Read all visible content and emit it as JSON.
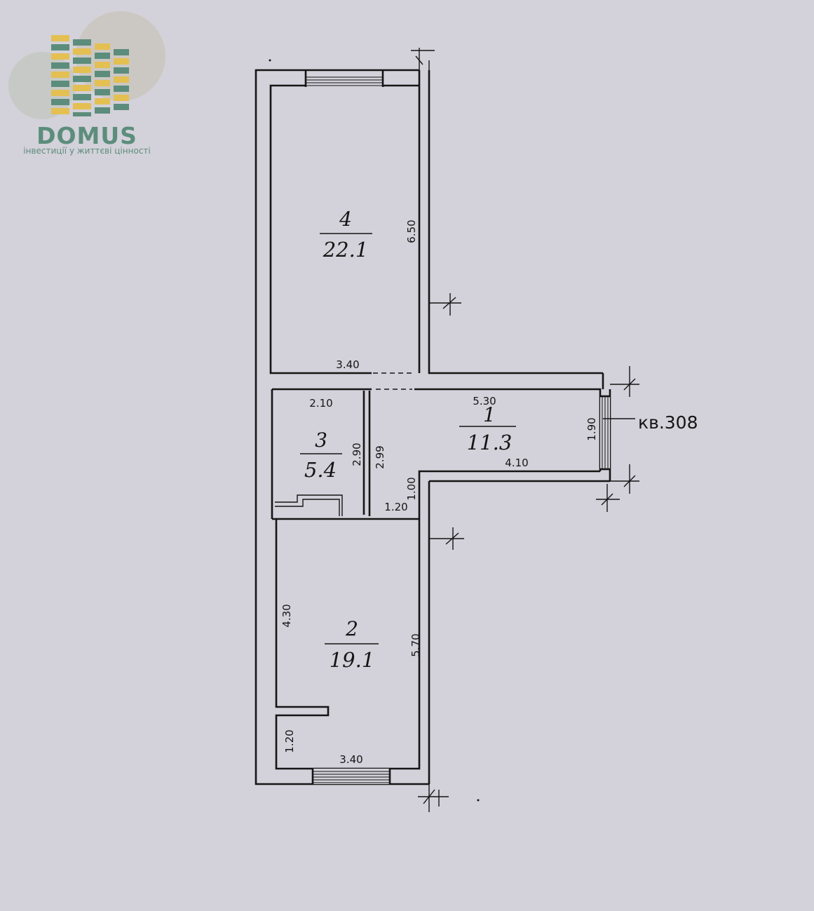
{
  "logo": {
    "wordmark": "DOMUS",
    "tagline": "інвестиції у життєві цінності",
    "colors": {
      "green": "#5c8d7c",
      "yellow": "#e4bf52",
      "circle": "#c7c3b9"
    }
  },
  "plan": {
    "apartment_label": "кв.308",
    "rooms": [
      {
        "number": "4",
        "area": "22.1"
      },
      {
        "number": "3",
        "area": "5.4"
      },
      {
        "number": "1",
        "area": "11.3"
      },
      {
        "number": "2",
        "area": "19.1"
      }
    ],
    "dimensions": {
      "room4_height": "6.50",
      "room4_width": "3.40",
      "room3_width": "2.10",
      "room3_height": "2.90",
      "hall_inner": "2.99",
      "hall_length": "5.30",
      "hall_width": "1.90",
      "hall_lower": "4.10",
      "passage_height": "1.00",
      "passage_width": "1.20",
      "room2_left": "4.30",
      "room2_right": "5.70",
      "room2_bottom_left": "1.20",
      "room2_width": "3.40"
    }
  }
}
